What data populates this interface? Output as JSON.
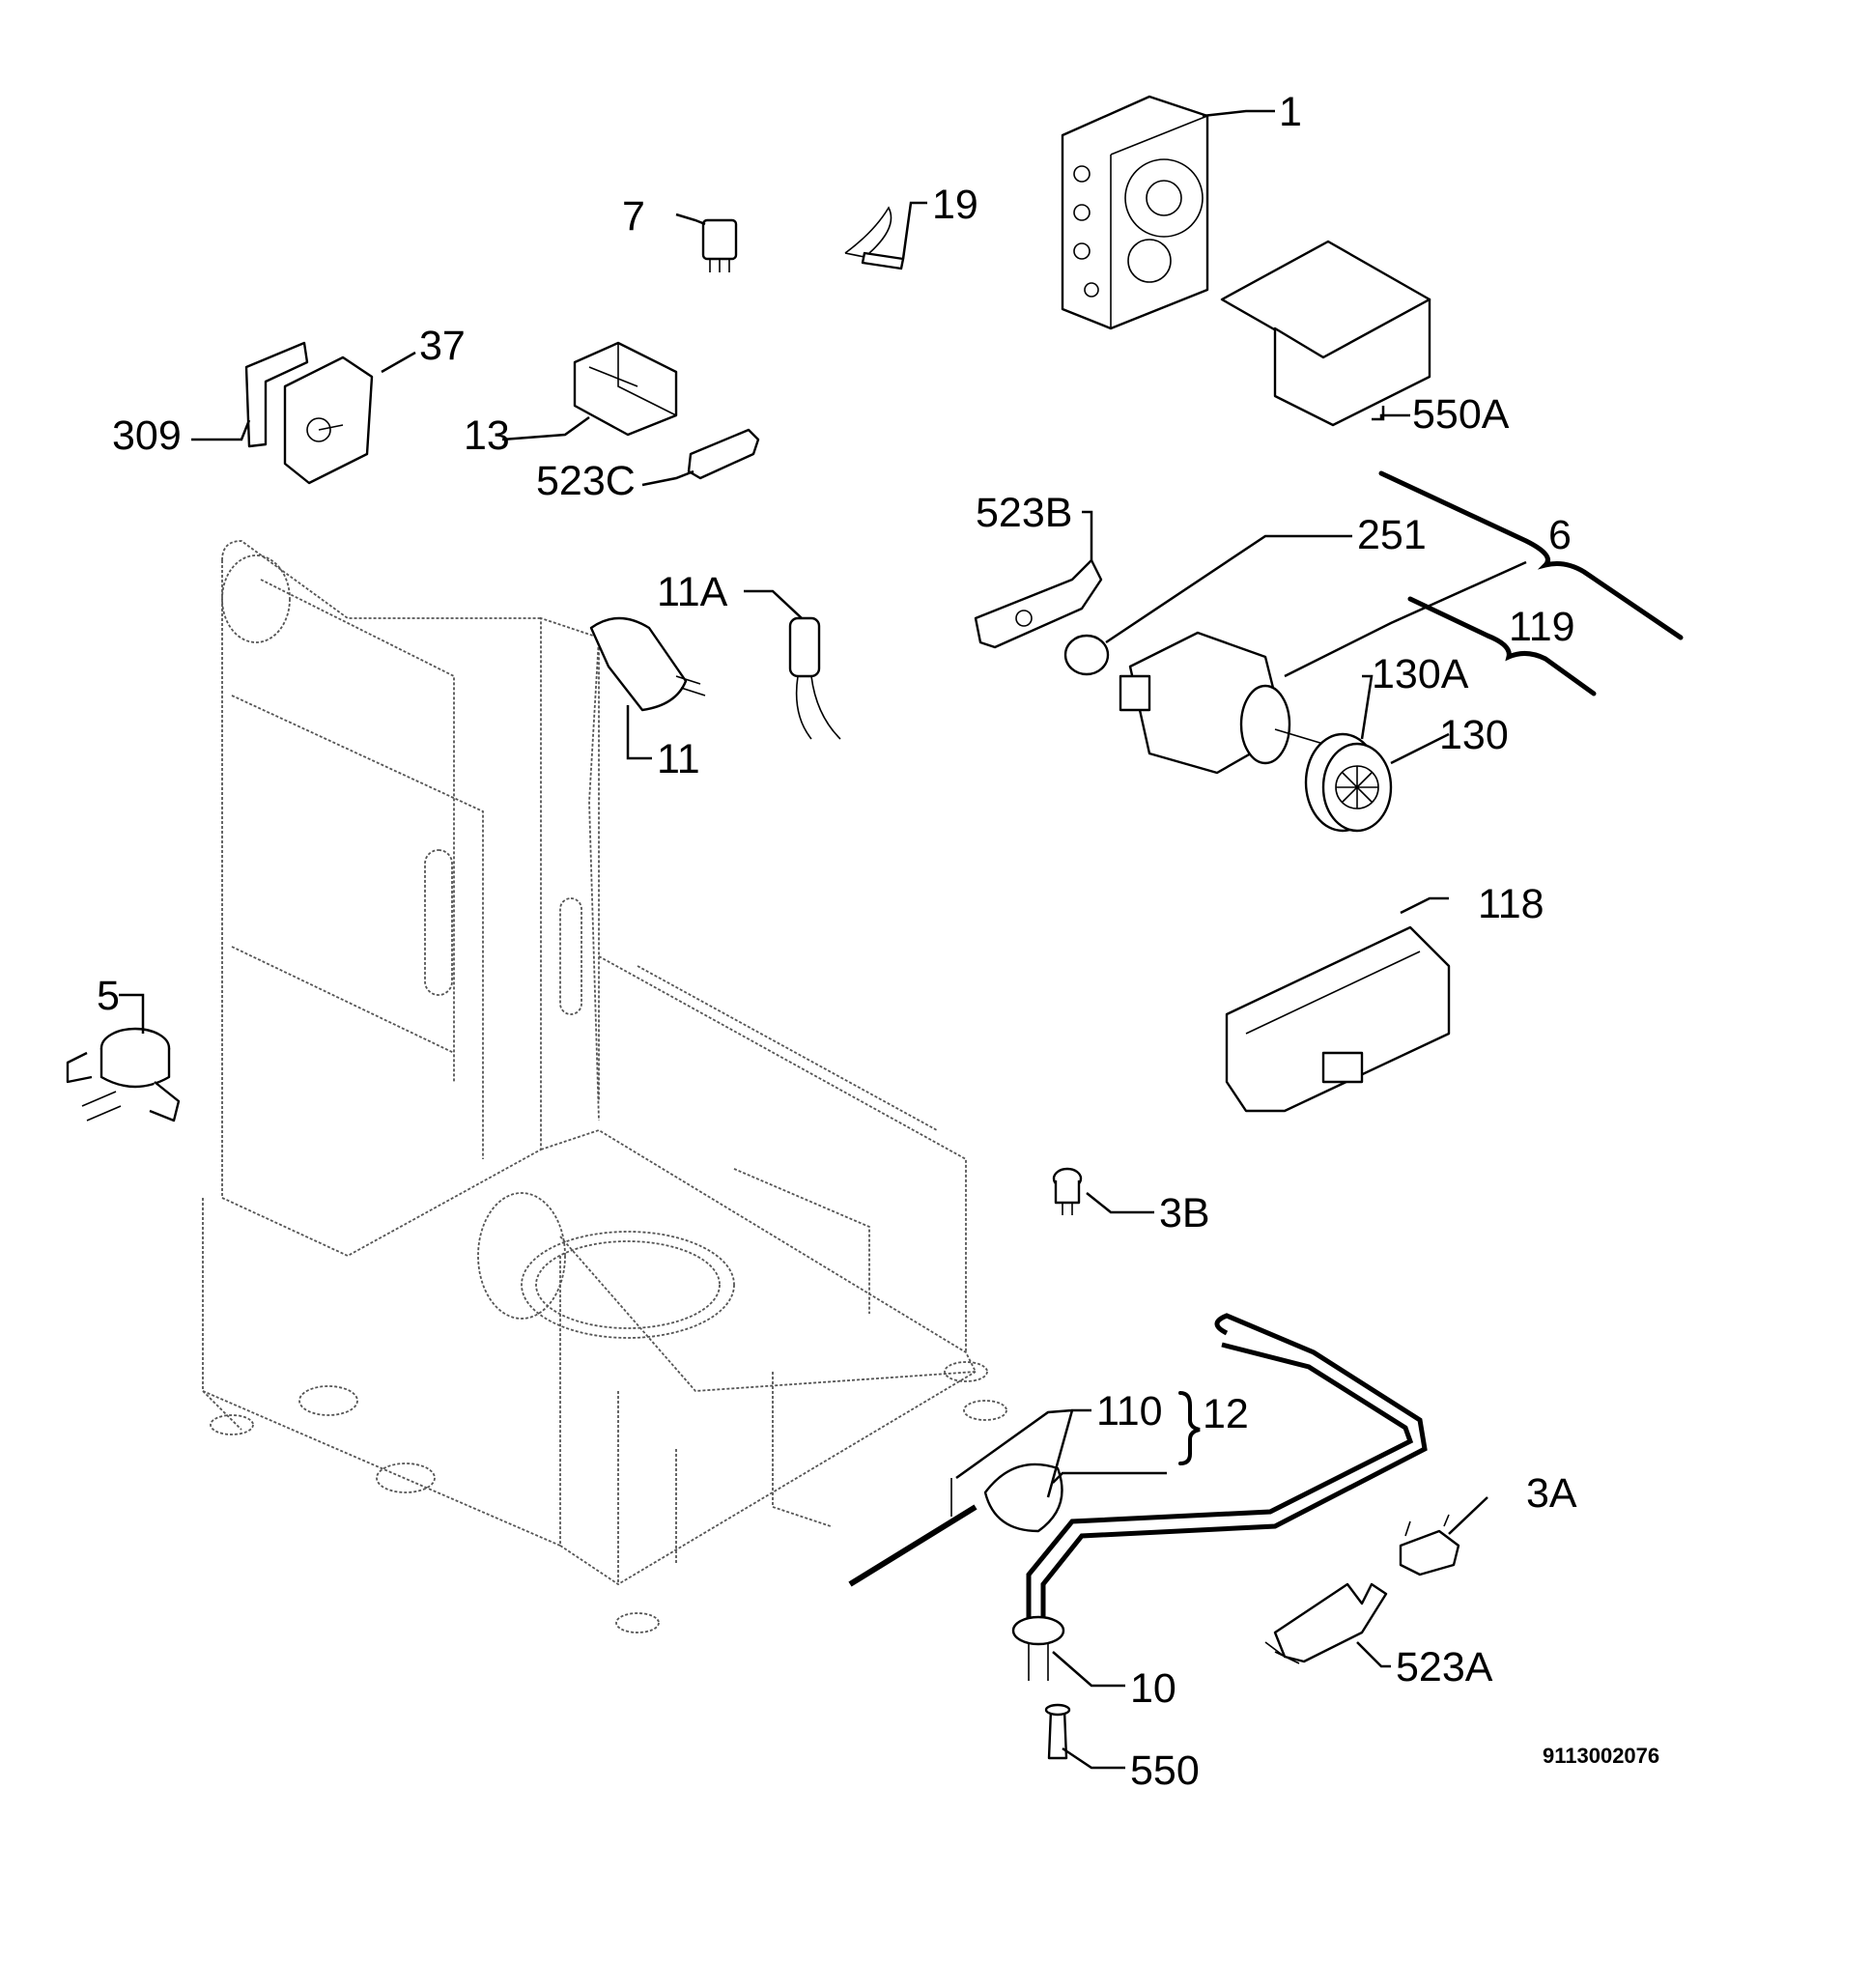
{
  "labels": {
    "p1": "1",
    "p7": "7",
    "p19": "19",
    "p37": "37",
    "p309": "309",
    "p13": "13",
    "p523c": "523C",
    "p550a": "550A",
    "p523b": "523B",
    "p251": "251",
    "p6": "6",
    "p119": "119",
    "p11a": "11A",
    "p11": "11",
    "p130a": "130A",
    "p130": "130",
    "p118": "118",
    "p5": "5",
    "p3b": "3B",
    "p110": "110",
    "p12": "12",
    "p3a": "3A",
    "p523a": "523A",
    "p10": "10",
    "p550": "550"
  },
  "drawing_number": "9113002076"
}
